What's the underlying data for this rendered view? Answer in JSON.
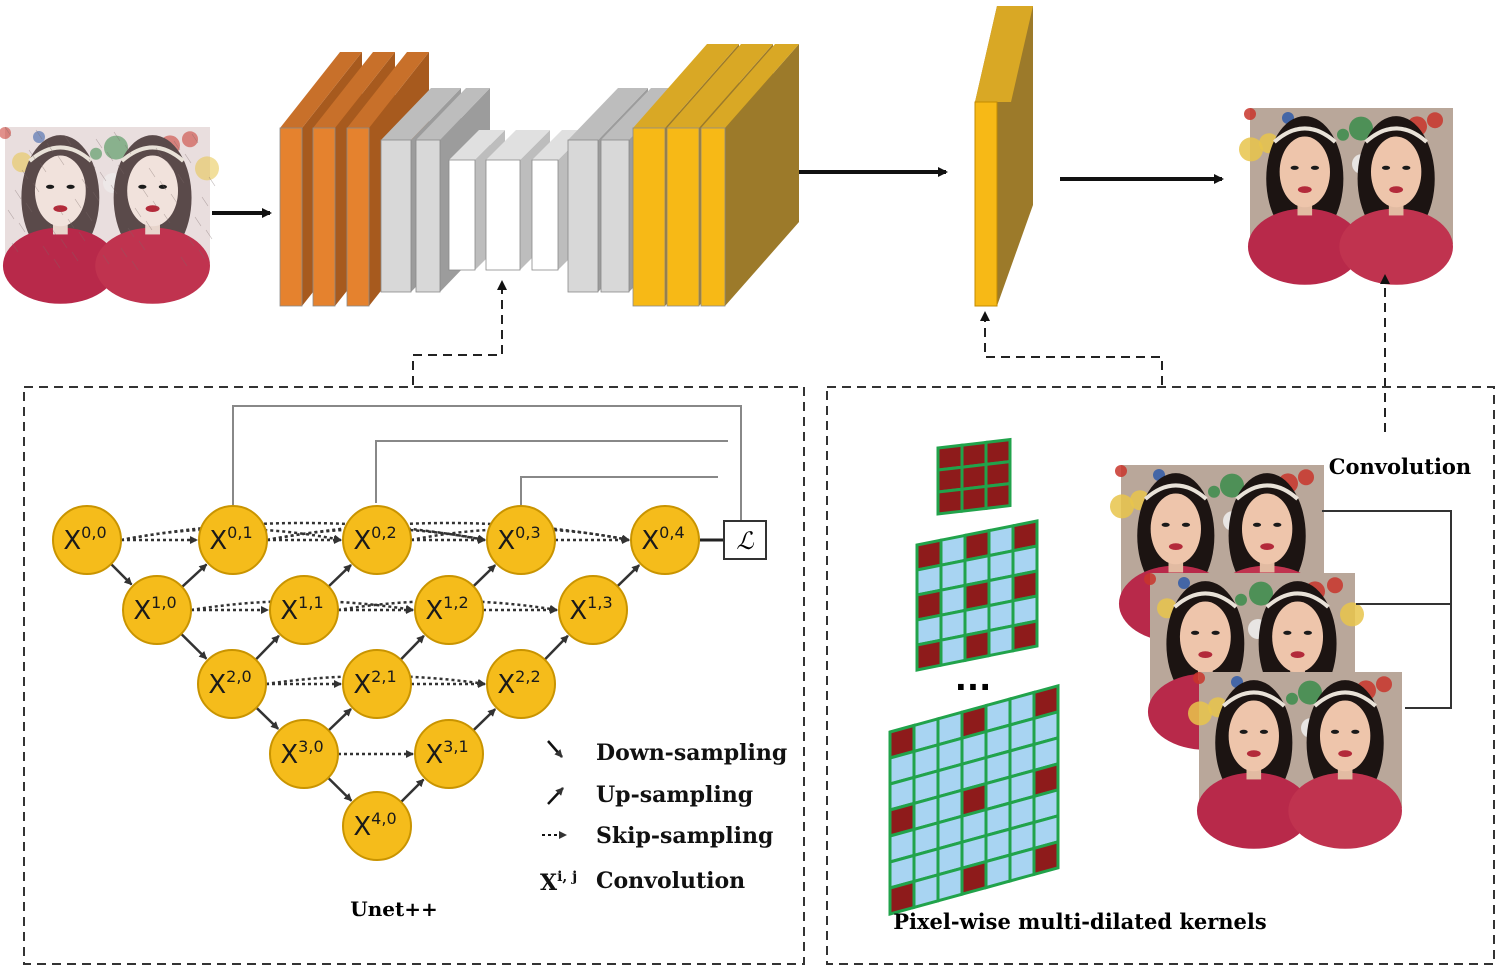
{
  "photos": {
    "input": "input-image-photo",
    "output": "output-image-photo",
    "stack": [
      "stack-photo-1",
      "stack-photo-2",
      "stack-photo-3"
    ]
  },
  "unet": {
    "caption": "Unet++",
    "loss_symbol": "ℒ",
    "nodes": [
      {
        "base": "X",
        "sup": "0,0"
      },
      {
        "base": "X",
        "sup": "0,1"
      },
      {
        "base": "X",
        "sup": "0,2"
      },
      {
        "base": "X",
        "sup": "0,3"
      },
      {
        "base": "X",
        "sup": "0,4"
      },
      {
        "base": "X",
        "sup": "1,0"
      },
      {
        "base": "X",
        "sup": "1,1"
      },
      {
        "base": "X",
        "sup": "1,2"
      },
      {
        "base": "X",
        "sup": "1,3"
      },
      {
        "base": "X",
        "sup": "2,0"
      },
      {
        "base": "X",
        "sup": "2,1"
      },
      {
        "base": "X",
        "sup": "2,2"
      },
      {
        "base": "X",
        "sup": "3,0"
      },
      {
        "base": "X",
        "sup": "3,1"
      },
      {
        "base": "X",
        "sup": "4,0"
      }
    ],
    "legend": [
      {
        "symbol": "down-arrow",
        "label": "Down-sampling"
      },
      {
        "symbol": "up-arrow",
        "label": "Up-sampling"
      },
      {
        "symbol": "dotted-arrow",
        "label": "Skip-sampling"
      },
      {
        "symbol": "xij",
        "symbol_base": "X",
        "symbol_sup": "i, j",
        "label": "Convolution"
      }
    ]
  },
  "kernels": {
    "caption": "Pixel-wise multi-dilated kernels",
    "ellipsis": "...",
    "convolution_label": "Convolution"
  },
  "colors": {
    "node_fill": "#F5BC1B",
    "node_stroke": "#C99400",
    "orange_layer": "#E5822E",
    "gray_layer": "#D4D4D4",
    "yellow_layer": "#F7B916",
    "kernel_border": "#21A34B",
    "kernel_cell": "#A8D4F2",
    "kernel_active": "#8E1B1B"
  }
}
